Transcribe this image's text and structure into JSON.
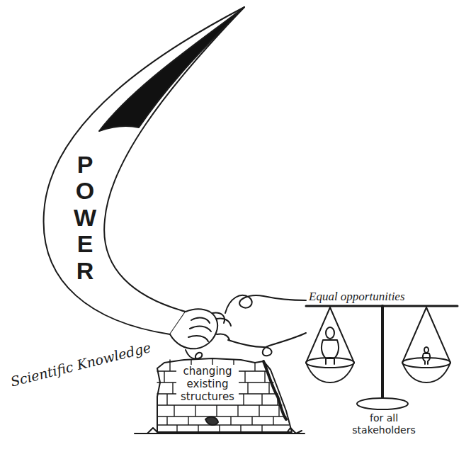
{
  "diagram": {
    "nodes": [
      {
        "text": [
          "POWER"
        ]
      },
      {
        "text": [
          "changing existing structures"
        ]
      }
    ],
    "labels": [
      "Scientific Knowledge",
      "Equal opportunities",
      "for all stakeholders"
    ]
  }
}
